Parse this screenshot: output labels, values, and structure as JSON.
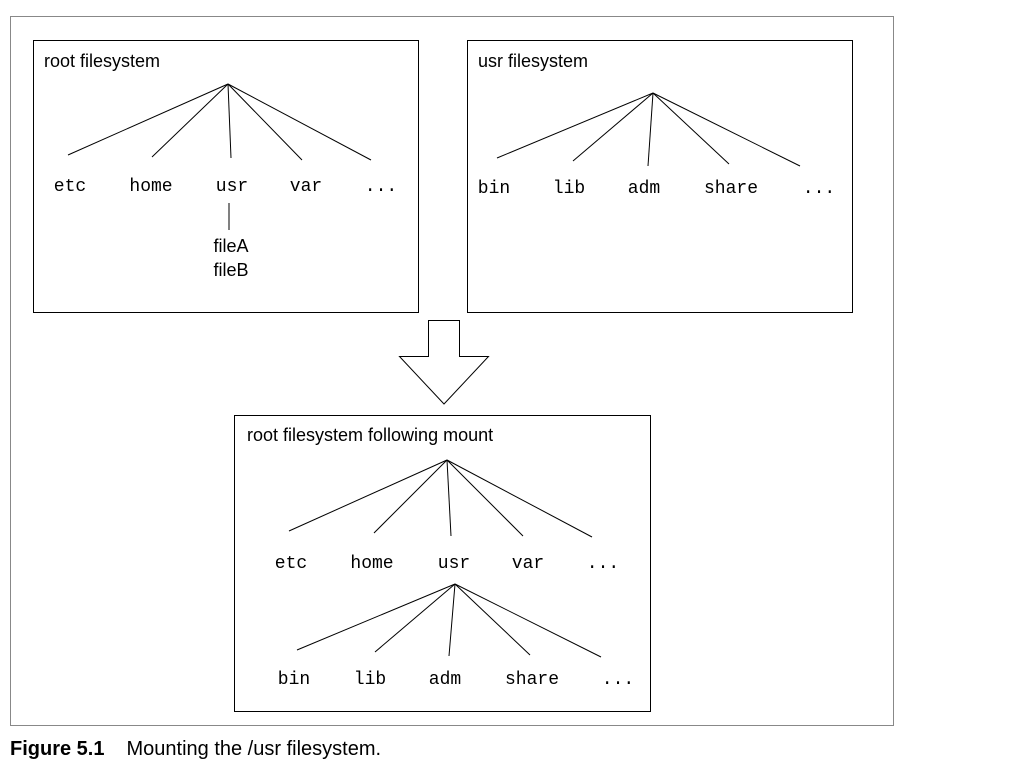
{
  "root_fs": {
    "title": "root filesystem",
    "dirs": [
      "etc",
      "home",
      "usr",
      "var",
      "..."
    ],
    "usr_files": [
      "fileA",
      "fileB"
    ]
  },
  "usr_fs": {
    "title": "usr filesystem",
    "dirs": [
      "bin",
      "lib",
      "adm",
      "share",
      "..."
    ]
  },
  "mounted_fs": {
    "title": "root filesystem following mount",
    "dirs": [
      "etc",
      "home",
      "usr",
      "var",
      "..."
    ],
    "usr_dirs": [
      "bin",
      "lib",
      "adm",
      "share",
      "..."
    ]
  },
  "caption": {
    "number": "Figure 5.1",
    "text": "Mounting the /usr filesystem."
  }
}
